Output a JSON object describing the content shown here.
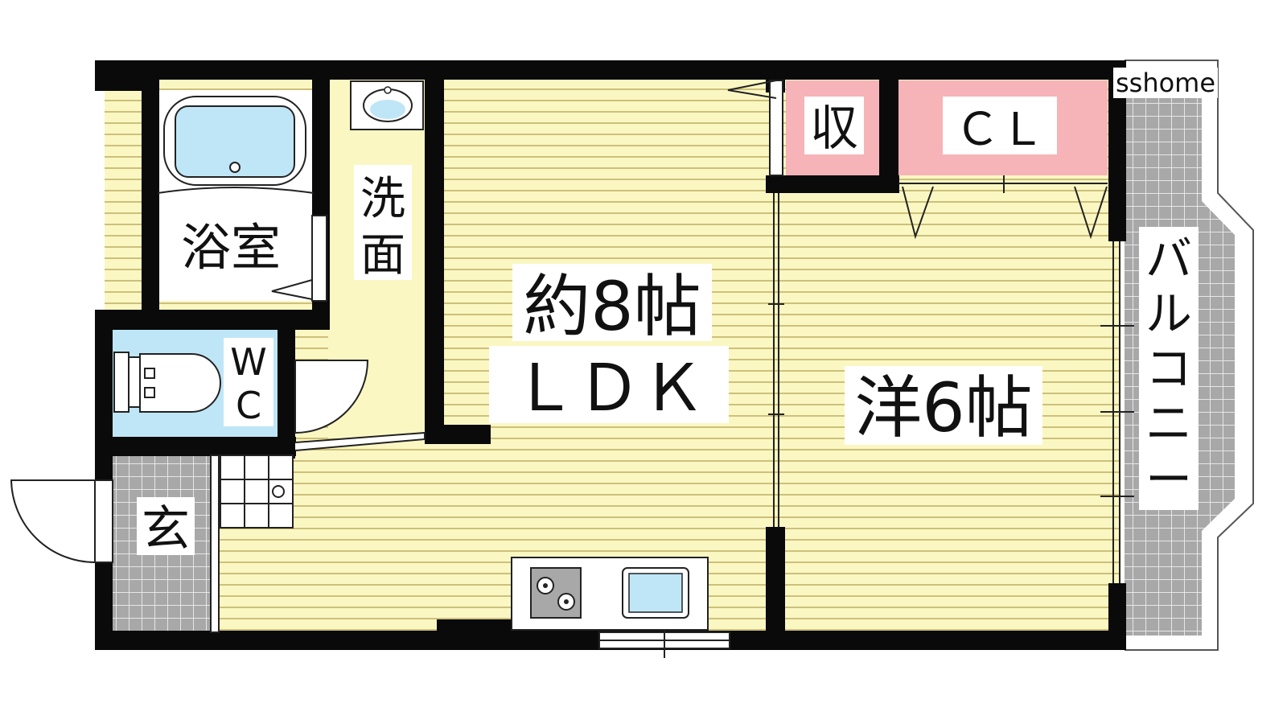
{
  "colors": {
    "wall": "#0a0a0a",
    "floor": "#fbf7c3",
    "floor_line": "#b9a85a",
    "tile": "#a8a8a8",
    "tile_line": "#e6e6e6",
    "water": "#bfe6f7",
    "storage": "#f6b3b8",
    "label_bg": "#ffffff"
  },
  "watermark": "sshome",
  "rooms": {
    "ldk": {
      "size": "約8帖",
      "type": "ＬＤＫ"
    },
    "western": {
      "size": "洋6帖"
    },
    "bath": "浴室",
    "washroom": [
      "洗",
      "面"
    ],
    "wc": [
      "W",
      "C"
    ],
    "entrance": "玄",
    "storage": "収",
    "closet": "ＣＬ",
    "balcony": [
      "バ",
      "ル",
      "コ",
      "ニ",
      "ー"
    ]
  },
  "icons": [
    "bathtub-icon",
    "washbasin-icon",
    "toilet-icon",
    "stove-icon",
    "kitchen-sink-icon",
    "laundry-pan-icon"
  ]
}
